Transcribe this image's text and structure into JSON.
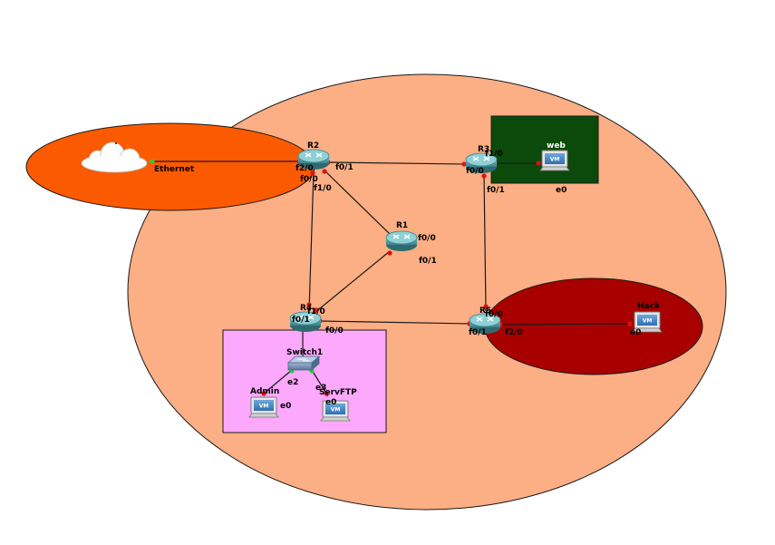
{
  "colors": {
    "main_zone": "#fcae84",
    "external_zone": "#fc5a00",
    "web_zone": "#0b4a0b",
    "hack_zone": "#a80000",
    "admin_zone": "#fca8fc",
    "link": "#1a1a1a",
    "port_dot": "#e01010",
    "port_dot_switch": "#2ecc40",
    "router_body": "#4f9fa6"
  },
  "nodes": {
    "cloud": {
      "name": ".",
      "icon": "cloud-icon"
    },
    "r2": {
      "name": "R2",
      "icon": "router-icon"
    },
    "r3": {
      "name": "R3",
      "icon": "router-icon"
    },
    "r1": {
      "name": "R1",
      "icon": "router-icon"
    },
    "r4": {
      "name": "R4",
      "icon": "router-icon"
    },
    "r5": {
      "name": "R5",
      "icon": "router-icon"
    },
    "switch1": {
      "name": "Switch1",
      "icon": "switch-icon"
    },
    "web": {
      "name": "web",
      "icon": "computer-icon"
    },
    "hack": {
      "name": "Hack",
      "icon": "computer-icon"
    },
    "admin": {
      "name": "Admin",
      "icon": "computer-icon"
    },
    "servftp": {
      "name": "ServFTP",
      "icon": "computer-icon"
    }
  },
  "ports": {
    "cloud_ethernet": "Ethernet",
    "r2_f20": "f2/0",
    "r2_f01": "f0/1",
    "r2_f00": "f0/0",
    "r2_f10": "f1/0",
    "r3_f10": "f1/0",
    "r3_f00": "f0/0",
    "r3_f01": "f0/1",
    "web_e0": "e0",
    "r1_f00": "f0/0",
    "r1_f01": "f0/1",
    "r4_f10": "f1/0",
    "r4_f01": "f0/1",
    "r4_f00": "f0/0",
    "r5_f00": "f0/0",
    "r5_f01": "f0/1",
    "r5_f20": "f2/0",
    "hack_e0": "e0",
    "sw_e2": "e2",
    "sw_e3": "e3",
    "admin_e0": "e0",
    "servftp_e0": "e0"
  }
}
